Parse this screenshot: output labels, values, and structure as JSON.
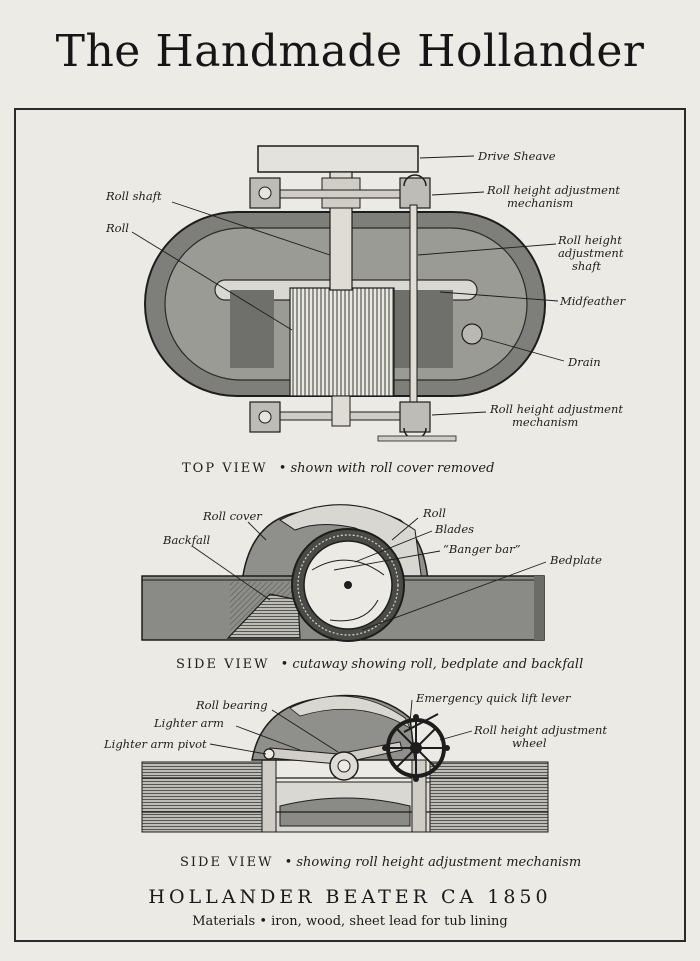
{
  "title": "The Handmade Hollander",
  "top_view": {
    "labels": {
      "drive_sheave": "Drive Sheave",
      "roll_shaft": "Roll shaft",
      "roll": "Roll",
      "adj_mech_top_1": "Roll height adjustment",
      "adj_mech_top_2": "mechanism",
      "adj_shaft_1": "Roll height",
      "adj_shaft_2": "adjustment",
      "adj_shaft_3": "shaft",
      "midfeather": "Midfeather",
      "drain": "Drain",
      "adj_mech_bot_1": "Roll height adjustment",
      "adj_mech_bot_2": "mechanism"
    },
    "caption_lead": "TOP VIEW",
    "caption_rest": "• shown with roll cover removed"
  },
  "side_view_1": {
    "labels": {
      "roll_cover": "Roll cover",
      "roll": "Roll",
      "blades": "Blades",
      "banger_bar": "“Banger bar”",
      "backfall": "Backfall",
      "bedplate": "Bedplate"
    },
    "caption_lead": "SIDE VIEW",
    "caption_rest": "• cutaway showing roll, bedplate and backfall"
  },
  "side_view_2": {
    "labels": {
      "roll_bearing": "Roll bearing",
      "emergency_lever": "Emergency quick lift lever",
      "lighter_arm": "Lighter arm",
      "adj_wheel_1": "Roll height adjustment",
      "adj_wheel_2": "wheel",
      "lighter_arm_pivot": "Lighter arm pivot"
    },
    "caption_lead": "SIDE VIEW",
    "caption_rest": "• showing roll height adjustment mechanism"
  },
  "footer": {
    "title": "HOLLANDER BEATER CA 1850",
    "subtitle": "Materials • iron, wood, sheet lead for tub lining"
  },
  "colors": {
    "ink": "#1d1d1d",
    "paper": "#eceae4",
    "tub_fill": "#8a8a86",
    "shade": "#6f6f6b"
  }
}
